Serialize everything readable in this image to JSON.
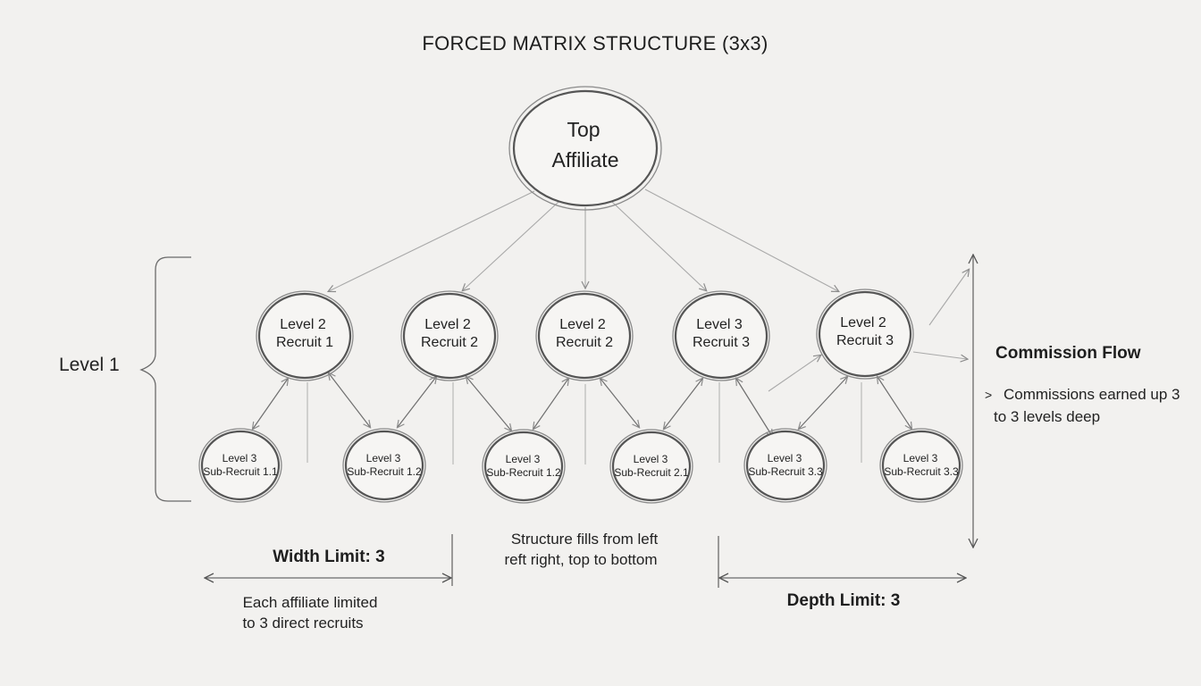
{
  "title": "FORCED MATRIX STRUCTURE (3x3)",
  "top_node": {
    "line1": "Top",
    "line2": "Affiliate"
  },
  "level2_nodes": [
    {
      "line1": "Level 2",
      "line2": "Recruit 1"
    },
    {
      "line1": "Level 2",
      "line2": "Recruit 2"
    },
    {
      "line1": "Level 2",
      "line2": "Recruit 2"
    },
    {
      "line1": "Level 3",
      "line2": "Recruit 3"
    },
    {
      "line1": "Level 2",
      "line2": "Recruit 3"
    }
  ],
  "level3_nodes": [
    {
      "line1": "Level 3",
      "line2": "Sub-Recruit 1.1"
    },
    {
      "line1": "Level 3",
      "line2": "Sub-Recruit 1.2"
    },
    {
      "line1": "Level 3",
      "line2": "Sub-Recruit 1.2"
    },
    {
      "line1": "Level 3",
      "line2": "Sub-Recruit 2.1"
    },
    {
      "line1": "Level 3",
      "line2": "Sub-Recruit 3.3"
    },
    {
      "line1": "Level 3",
      "line2": "Sub-Recruit 3.3"
    }
  ],
  "level_label": "Level 1",
  "width_limit": {
    "label": "Width Limit: 3",
    "desc_line1": "Each affiliate limited",
    "desc_line2": "to 3 direct recruits"
  },
  "fill_note": {
    "line1": "Structure fills from left",
    "line2": "reft right, top to bottom"
  },
  "depth_limit": {
    "label": "Depth Limit: 3"
  },
  "commission": {
    "title": "Commission Flow",
    "bullet": ">",
    "line1": "Commissions earned up 3",
    "line2": "to 3 levels deep"
  }
}
